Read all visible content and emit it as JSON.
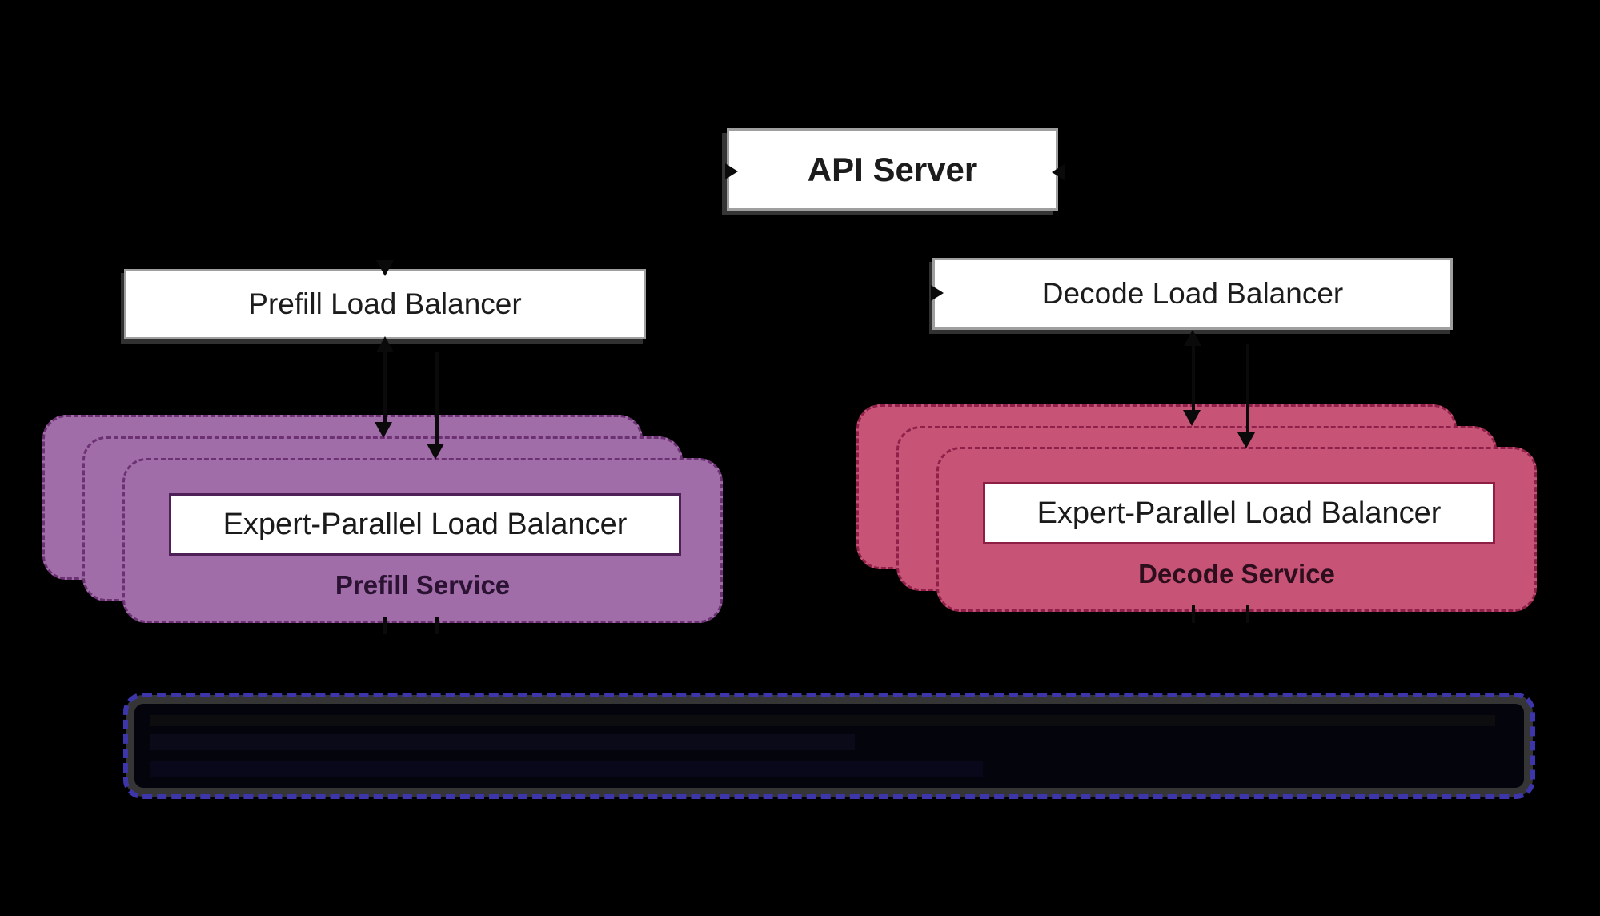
{
  "diagram": {
    "background": "#000000",
    "api_server": {
      "label": "API Server"
    },
    "prefill_lb": {
      "label": "Prefill Load Balancer"
    },
    "decode_lb": {
      "label": "Decode Load Balancer"
    },
    "prefill_service": {
      "eplb_label": "Expert-Parallel Load Balancer",
      "name": "Prefill Service",
      "replica_count": 3,
      "fill_color": "#a16da9",
      "dash_border_color": "#6b3173",
      "inner_box_border_color": "#4f1f57",
      "name_color": "#2b1233"
    },
    "decode_service": {
      "eplb_label": "Expert-Parallel Load Balancer",
      "name": "Decode Service",
      "replica_count": 3,
      "fill_color": "#c75377",
      "dash_border_color": "#8e2049",
      "inner_box_border_color": "#8d1f45",
      "name_color": "#2d0e1c"
    },
    "gpu_pool": {
      "dash_color": "#3d36ab",
      "band_color": "#353535"
    },
    "arrow_color": "#0a0a0a"
  }
}
